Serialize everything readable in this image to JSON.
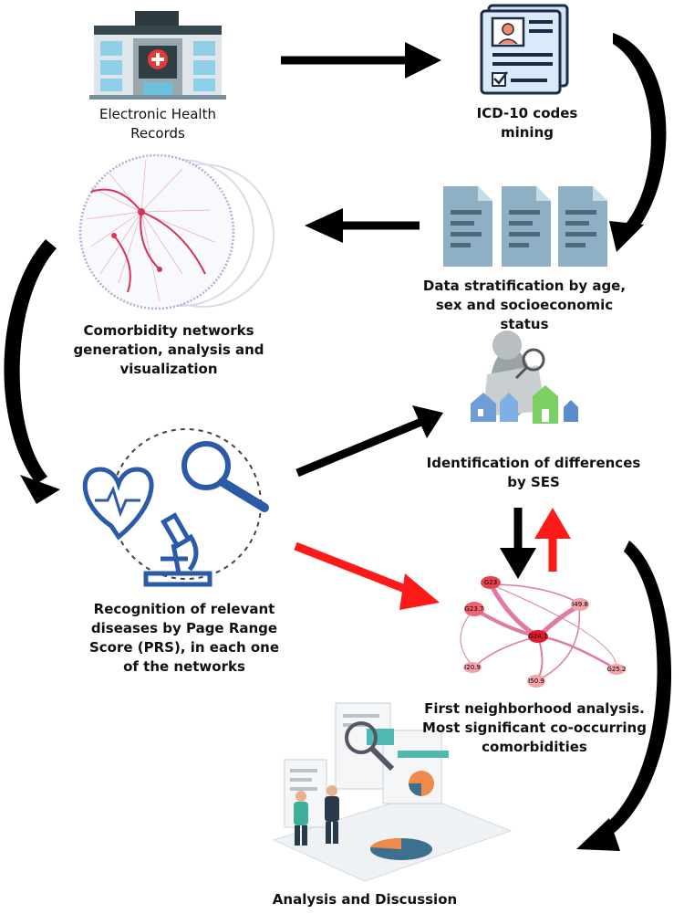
{
  "steps": {
    "ehr": "Electronic Health\nRecords",
    "icd": "ICD-10 codes\nmining",
    "strat": "Data stratification by age,\nsex and socioeconomic\nstatus",
    "networks": "Comorbidity networks\ngeneration, analysis and\nvisualization",
    "recognition": "Recognition of relevant\ndiseases by Page Range\nScore (PRS), in each one\nof the networks",
    "ses": "Identification of differences\nby SES",
    "neighborhood": "First neighborhood analysis.\nMost significant co-occurring\ncomorbidities",
    "analysis": "Analysis and Discussion"
  },
  "network_nodes": [
    "G23",
    "G23.7",
    "G24.1",
    "I49.8",
    "I20.9",
    "I50.9",
    "G25.2"
  ],
  "colors": {
    "arrow": "#000000",
    "highlight_arrow": "#ff1a1a",
    "node": "#e8434e",
    "edge": "#e07aa0"
  },
  "icons": [
    "hospital-icon",
    "document-icon",
    "files-icon",
    "network-icon",
    "heart-microscope-icon",
    "detective-houses-icon",
    "graph-icon",
    "analysis-people-icon"
  ]
}
